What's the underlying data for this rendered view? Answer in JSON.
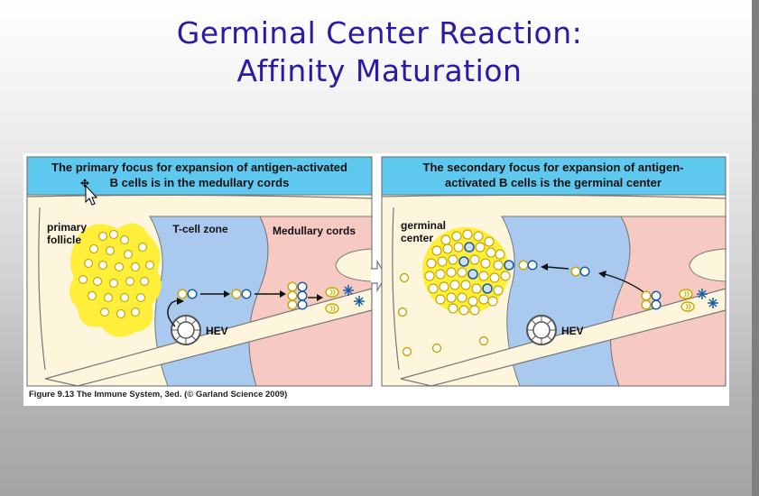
{
  "slide": {
    "title_line1": "Germinal Center Reaction:",
    "title_line2": "Affinity Maturation"
  },
  "left_panel": {
    "header_line1": "The primary focus for expansion of antigen-activated",
    "header_line2": "B cells is in the medullary cords",
    "label_follicle_line1": "primary",
    "label_follicle_line2": "follicle",
    "label_tcell": "T-cell zone",
    "label_medullary": "Medullary cords",
    "label_hev": "HEV"
  },
  "right_panel": {
    "header_line1": "The secondary focus for expansion of antigen-",
    "header_line2": "activated B cells is the germinal center",
    "label_germinal_line1": "germinal",
    "label_germinal_line2": "center",
    "label_hev": "HEV"
  },
  "caption": {
    "figure_label": "Figure 9.13",
    "source": "The Immune System, 3ed. (© Garland Science 2009)"
  },
  "colors": {
    "title": "#2a1aa6",
    "header_bg": "#5ec8ef",
    "follicle_bg": "#fdf6dc",
    "tcell_zone": "#a9c9ee",
    "medullary": "#f6c9c3",
    "follicle_yellow": "#ffef3a"
  }
}
